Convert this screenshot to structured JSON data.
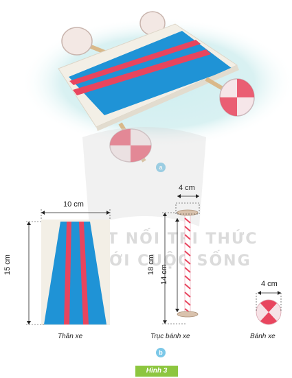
{
  "marker_a": "a",
  "marker_b": "b",
  "dims": {
    "body_width": "10 cm",
    "body_height": "15 cm",
    "axle_total": "18 cm",
    "axle_inner": "14 cm",
    "axle_wheel": "4 cm",
    "wheel_width": "4 cm"
  },
  "captions": {
    "body": "Thân xe",
    "axle": "Trục bánh xe",
    "wheel": "Bánh xe"
  },
  "figure_label": "Hình 3",
  "watermark": {
    "line1": "KẾT NỐI TRI THỨC",
    "line2": "VỚI CUỘC SỐNG"
  },
  "colors": {
    "blue": "#1f93d6",
    "red": "#e8455e",
    "cream": "#f3efe6",
    "wood": "#d9b98a",
    "accent_green": "#8dc63f"
  }
}
